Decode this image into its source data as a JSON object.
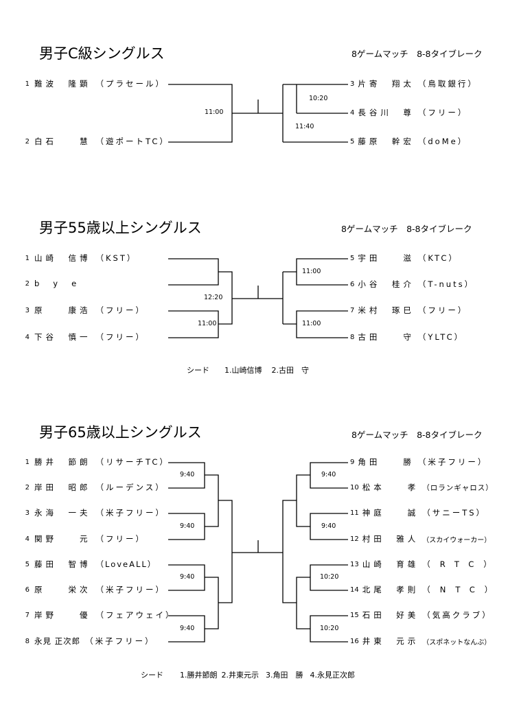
{
  "sections": [
    {
      "title": "男子C級シングルス",
      "rule": "8ゲームマッチ　8-8タイブレーク",
      "left": [
        {
          "num": "1",
          "name": "難波　隆顕",
          "club": "（プラセール）"
        },
        {
          "num": "2",
          "name": "白石　　慧",
          "club": "（遊ポートTC）"
        }
      ],
      "right": [
        {
          "num": "3",
          "name": "片寄　翔太",
          "club": "（鳥取銀行）"
        },
        {
          "num": "4",
          "name": "長谷川　尊",
          "club": "（フリー）"
        },
        {
          "num": "5",
          "name": "藤原　幹宏",
          "club": "（doMe）"
        }
      ],
      "times": [
        "11:00",
        "10:20",
        "11:40"
      ]
    },
    {
      "title": "男子55歳以上シングルス",
      "rule": "8ゲームマッチ　8-8タイブレーク",
      "left": [
        {
          "num": "1",
          "name": "山崎　信博",
          "club": "（KST）"
        },
        {
          "num": "2",
          "name": "bye",
          "club": ""
        },
        {
          "num": "3",
          "name": "原　　康浩",
          "club": "（フリー）"
        },
        {
          "num": "4",
          "name": "下谷　慎一",
          "club": "（フリー）"
        }
      ],
      "right": [
        {
          "num": "5",
          "name": "宇田　　滋",
          "club": "（KTC）"
        },
        {
          "num": "6",
          "name": "小谷　桂介",
          "club": "（T-nuts）"
        },
        {
          "num": "7",
          "name": "米村　琢巳",
          "club": "（フリー）"
        },
        {
          "num": "8",
          "name": "古田　　守",
          "club": "（YLTC）"
        }
      ],
      "times": [
        "12:20",
        "11:00",
        "11:00",
        "11:00"
      ],
      "seed_label": "シード",
      "seeds": [
        "1.山崎信博",
        "2.古田　守"
      ]
    },
    {
      "title": "男子65歳以上シングルス",
      "rule": "8ゲームマッチ　8-8タイブレーク",
      "left": [
        {
          "num": "1",
          "name": "勝井　節朗",
          "club": "（リサーチTC）"
        },
        {
          "num": "2",
          "name": "岸田　昭郎",
          "club": "（ルーデンス）"
        },
        {
          "num": "3",
          "name": "永海　一夫",
          "club": "（米子フリー）"
        },
        {
          "num": "4",
          "name": "関野　　元",
          "club": "（フリー）"
        },
        {
          "num": "5",
          "name": "藤田　智博",
          "club": "（LoveALL）"
        },
        {
          "num": "6",
          "name": "原　　栄次",
          "club": "（米子フリー）"
        },
        {
          "num": "7",
          "name": "岸野　　優",
          "club": "（フェアウェイ）"
        },
        {
          "num": "8",
          "name": "永見 正次郎",
          "club": "（米子フリー）"
        }
      ],
      "right": [
        {
          "num": "9",
          "name": "角田　　勝",
          "club": "（米子フリー）"
        },
        {
          "num": "10",
          "name": "松本　　孝",
          "club": "（ロランギャロス）"
        },
        {
          "num": "11",
          "name": "神庭　　誠",
          "club": "（サニーTS）"
        },
        {
          "num": "12",
          "name": "村田　雅人",
          "club": "（スカイウォーカー）"
        },
        {
          "num": "13",
          "name": "山崎　育雄",
          "club": "（RTC）"
        },
        {
          "num": "14",
          "name": "北尾　孝則",
          "club": "（NTC）"
        },
        {
          "num": "15",
          "name": "石田　好美",
          "club": "（気高クラブ）"
        },
        {
          "num": "16",
          "name": "井東　元示",
          "club": "（スポネットなんぶ）"
        }
      ],
      "times": [
        "9:40",
        "9:40",
        "9:40",
        "9:40",
        "9:40",
        "9:40",
        "10:20",
        "10:20"
      ],
      "seed_label": "シード",
      "seeds": [
        "1.勝井節朗",
        "2.井東元示",
        "3.角田　勝",
        "4.永見正次郎"
      ]
    }
  ]
}
